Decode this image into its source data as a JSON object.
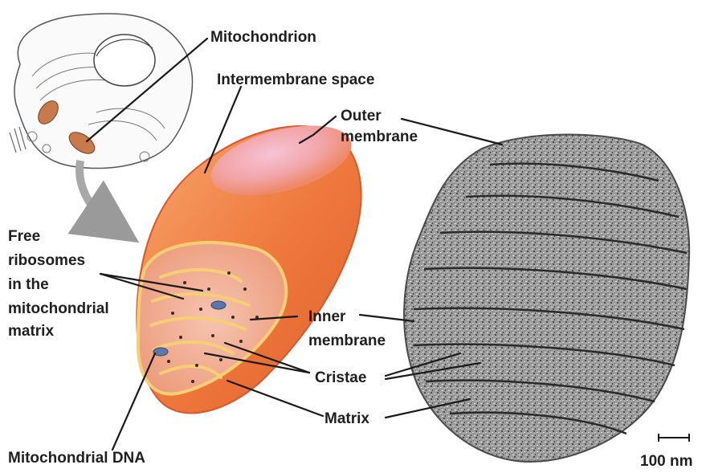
{
  "labels": {
    "mitochondrion": "Mitochondrion",
    "intermembrane_space": "Intermembrane space",
    "outer_membrane_1": "Outer",
    "outer_membrane_2": "membrane",
    "free_ribosomes_1": "Free",
    "free_ribosomes_2": "ribosomes",
    "free_ribosomes_3": "in the",
    "free_ribosomes_4": "mitochondrial",
    "free_ribosomes_5": "matrix",
    "inner_membrane_1": "Inner",
    "inner_membrane_2": "membrane",
    "cristae": "Cristae",
    "matrix": "Matrix",
    "mitochondrial_dna": "Mitochondrial DNA",
    "scale_bar": "100 nm"
  },
  "colors": {
    "mito_orange": "#ef7a3e",
    "mito_light": "#f6a56a",
    "membrane_yellow": "#f6cf75",
    "matrix_pink": "#f1b49a",
    "dna_blue": "#5b78a8",
    "micrograph_gray": "#8a8a8a"
  }
}
